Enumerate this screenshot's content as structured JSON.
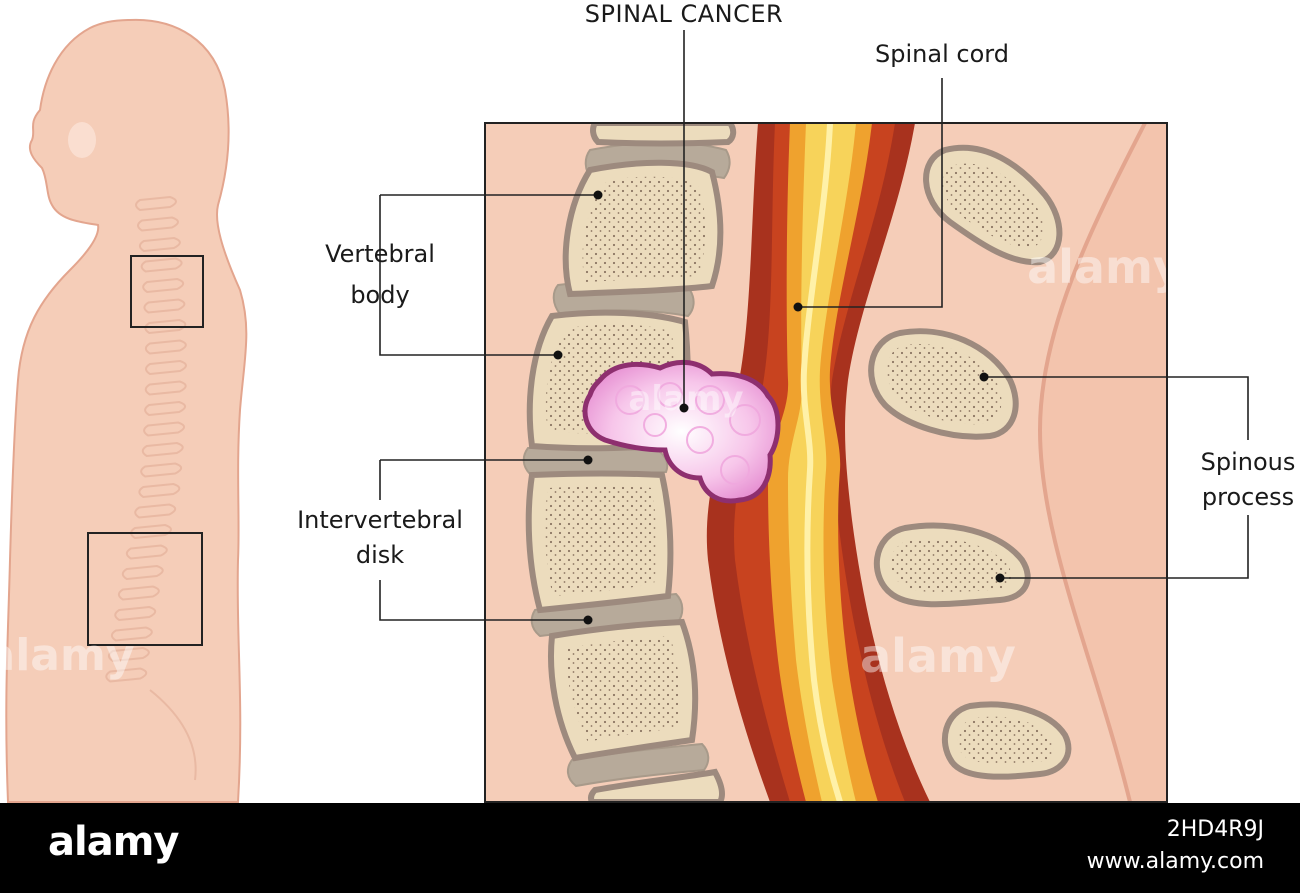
{
  "title": "SPINAL CANCER",
  "labels": {
    "spinal_cord": "Spinal cord",
    "vertebral_body": [
      "Vertebral",
      "body"
    ],
    "intervertebral_disk": [
      "Intervertebral",
      "disk"
    ],
    "spinous_process": [
      "Spinous",
      "process"
    ]
  },
  "watermark": "alamy",
  "footer": {
    "logo": "alamy",
    "image_id": "2HD4R9J",
    "url": "www.alamy.com"
  },
  "colors": {
    "skin": "#f5cdb8",
    "skin_outline": "#e3a58e",
    "bone": "#ecdcbd",
    "bone_outline": "#9d8a7e",
    "disk": "#b7aa9a",
    "canal_dark": "#a8321e",
    "canal_mid": "#d35a26",
    "cord_orange": "#efa22e",
    "cord_yellow": "#f7d35a",
    "cord_core": "#fff1a8",
    "tumor_fill": "#f4b6e4",
    "tumor_outline": "#8e2f6f",
    "line": "#222222"
  }
}
